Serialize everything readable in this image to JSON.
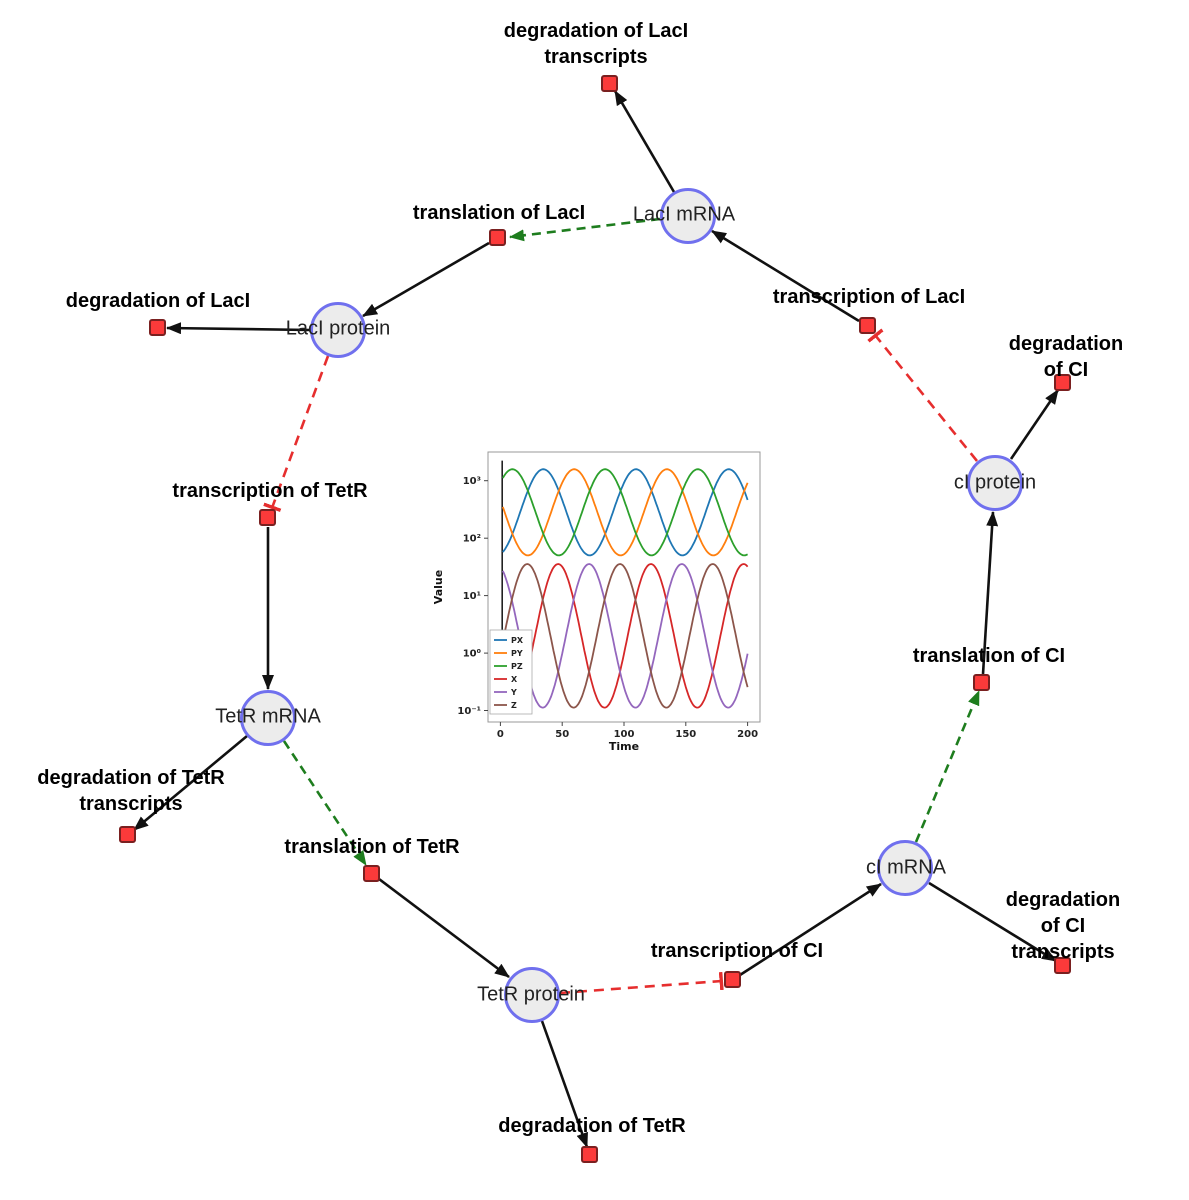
{
  "diagram": {
    "species": {
      "laci_mrna": {
        "label": "LacI mRNA"
      },
      "laci_protein": {
        "label": "LacI protein"
      },
      "tetr_mrna": {
        "label": "TetR mRNA"
      },
      "tetr_protein": {
        "label": "TetR protein"
      },
      "ci_mrna": {
        "label": "cI mRNA"
      },
      "ci_protein": {
        "label": "cI protein"
      }
    },
    "reactions": {
      "deg_laci_transcripts": {
        "label": "degradation of LacI\ntranscripts"
      },
      "translation_laci": {
        "label": "translation of LacI"
      },
      "transcription_laci": {
        "label": "transcription of LacI"
      },
      "deg_laci": {
        "label": "degradation of LacI"
      },
      "deg_ci": {
        "label": "degradation of CI"
      },
      "transcription_tetr": {
        "label": "transcription of TetR"
      },
      "translation_ci": {
        "label": "translation of CI"
      },
      "deg_tetr_transcripts": {
        "label": "degradation of TetR\ntranscripts"
      },
      "translation_tetr": {
        "label": "translation of TetR"
      },
      "deg_ci_transcripts": {
        "label": "degradation of CI\ntranscripts"
      },
      "transcription_ci": {
        "label": "transcription of CI"
      },
      "deg_tetr": {
        "label": "degradation of TetR"
      }
    },
    "colors": {
      "species_fill": "#ececec",
      "species_border": "#7070ee",
      "reaction_fill": "#fb3a3a",
      "reaction_border": "#7a2020",
      "edge_black": "#111111",
      "edge_activation": "#1e7d1e",
      "edge_inhibition": "#e62e2e"
    }
  },
  "chart_data": {
    "type": "line",
    "title": "",
    "xlabel": "Time",
    "ylabel": "Value",
    "xlim": [
      0,
      200
    ],
    "x_ticks": [
      0,
      50,
      100,
      150,
      200
    ],
    "y_scale": "log",
    "y_tick_labels": [
      "10⁻¹",
      "10⁰",
      "10¹",
      "10²",
      "10³"
    ],
    "ylog_exp_range": [
      -1.2,
      3.5
    ],
    "legend_position": "lower-left",
    "legend": [
      "PX",
      "PY",
      "PZ",
      "X",
      "Y",
      "Z"
    ],
    "series": [
      {
        "name": "PX",
        "color": "#1f77b4",
        "log_center": 2.45,
        "log_amp": 0.75,
        "period": 75,
        "phase": 16
      },
      {
        "name": "PY",
        "color": "#ff7f0e",
        "log_center": 2.45,
        "log_amp": 0.75,
        "period": 75,
        "phase": 41
      },
      {
        "name": "PZ",
        "color": "#2ca02c",
        "log_center": 2.45,
        "log_amp": 0.75,
        "period": 75,
        "phase": 66
      },
      {
        "name": "X",
        "color": "#d62728",
        "log_center": 0.3,
        "log_amp": 1.25,
        "period": 75,
        "phase": 28
      },
      {
        "name": "Y",
        "color": "#9467bd",
        "log_center": 0.3,
        "log_amp": 1.25,
        "period": 75,
        "phase": 53
      },
      {
        "name": "Z",
        "color": "#8c564b",
        "log_center": 0.3,
        "log_amp": 1.25,
        "period": 75,
        "phase": 3
      }
    ]
  }
}
